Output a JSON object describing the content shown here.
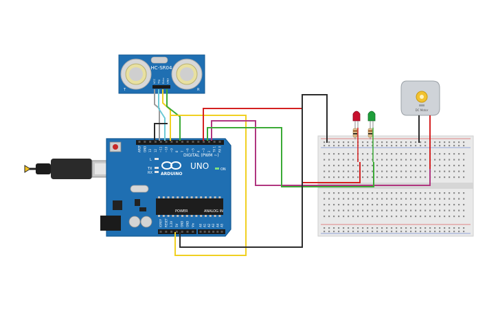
{
  "sensor": {
    "model": "HC-SR04",
    "pin_labels": [
      "VCC",
      "Trig",
      "Echo",
      "GND"
    ],
    "left_mark": "T",
    "right_mark": "R"
  },
  "arduino": {
    "brand": "ARDUINO",
    "model": "UNO",
    "digital_label": "DIGITAL (PWM ~)",
    "power_label": "POWER",
    "analog_label": "ANALOG IN",
    "on_label": "ON",
    "tx_label": "TX",
    "rx_label": "RX",
    "l_label": "L",
    "digital_pins": [
      "AREF",
      "GND",
      "13",
      "12",
      "~11",
      "~10",
      "~9",
      "8",
      "7",
      "~6",
      "~5",
      "4",
      "~3",
      "2",
      "TX 1",
      "RX 0"
    ],
    "power_pins": [
      "IOREF",
      "RESET",
      "3.3V",
      "5V",
      "GND",
      "GND",
      "Vin"
    ],
    "analog_pins": [
      "A0",
      "A1",
      "A2",
      "A3",
      "A4",
      "A5"
    ]
  },
  "motor": {
    "label": "DC Motor"
  },
  "leds": [
    {
      "color_name": "red",
      "color": "#c8102e"
    },
    {
      "color_name": "green",
      "color": "#1e9e3a"
    }
  ],
  "wire_colors": {
    "red": "#d42020",
    "black": "#2b2b2b",
    "yellow": "#f0d020",
    "green": "#3aaa35",
    "magenta": "#b0357f",
    "cyan": "#6cc9d6",
    "gray": "#9a9a9a"
  },
  "board_color": "#1f6fb2"
}
